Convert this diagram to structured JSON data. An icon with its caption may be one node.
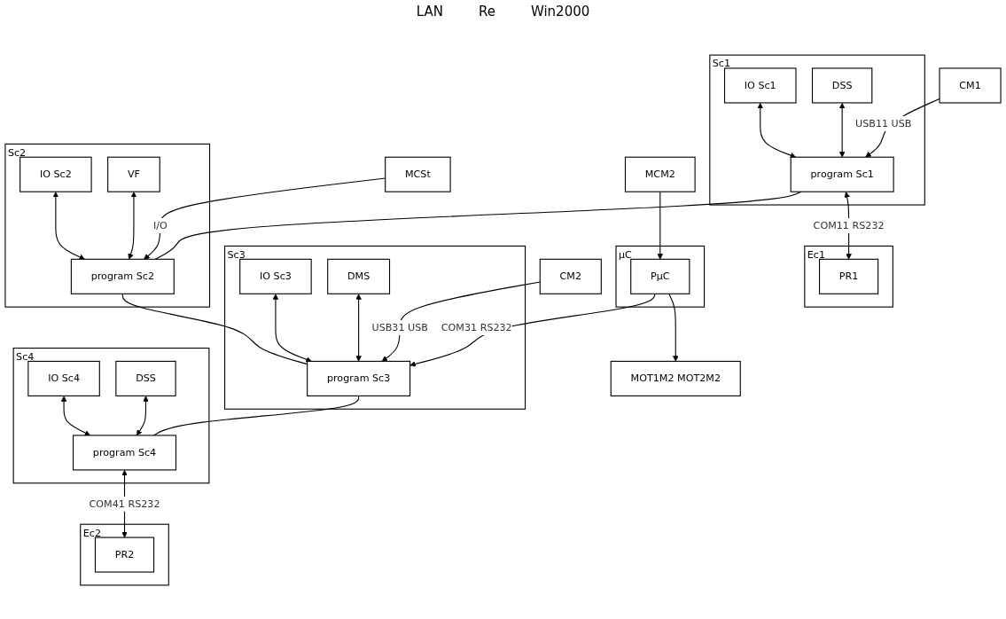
{
  "diagram": {
    "nodes": [
      {
        "text": [
          "Sc1"
        ]
      },
      {
        "text": [
          "IO Sc1"
        ],
        "in": 0
      },
      {
        "text": [
          "DSS"
        ],
        "in": 0
      },
      {
        "text": [
          "program Sc1"
        ],
        "in": 0
      },
      {
        "text": [
          "Sc2"
        ]
      },
      {
        "text": [
          "IO Sc2"
        ],
        "in": 4
      },
      {
        "text": [
          "VF"
        ],
        "in": 4
      },
      {
        "text": [
          "program Sc2"
        ],
        "in": 4
      },
      {
        "text": [
          "Sc3"
        ]
      },
      {
        "text": [
          "IO Sc3"
        ],
        "in": 8
      },
      {
        "text": [
          "DMS"
        ],
        "in": 8
      },
      {
        "text": [
          "program Sc3"
        ],
        "in": 8
      },
      {
        "text": [
          "Sc4"
        ]
      },
      {
        "text": [
          "IO Sc4"
        ],
        "in": 12
      },
      {
        "text": [
          "DSS"
        ],
        "in": 12
      },
      {
        "text": [
          "program Sc4"
        ],
        "in": 12
      },
      {
        "text": [
          "Ec1"
        ]
      },
      {
        "text": [
          "PR1"
        ],
        "in": 16
      },
      {
        "text": [
          "CM1"
        ]
      },
      {
        "text": [
          "MCSt"
        ]
      },
      {
        "text": [
          "μC"
        ]
      },
      {
        "text": [
          "PμC"
        ],
        "in": 20
      },
      {
        "text": [
          "CM2"
        ]
      },
      {
        "text": [
          "Ec2"
        ]
      },
      {
        "text": [
          "PR2"
        ],
        "in": 23
      },
      {
        "text": [
          "MCM2"
        ]
      },
      {
        "text": [
          "MOT1M2 MOT2M2"
        ]
      }
    ],
    "edges": [
      {
        "from": 3,
        "to": 7,
        "arrow": "none"
      },
      {
        "from": 7,
        "to": 11,
        "arrow": "none"
      },
      {
        "from": 11,
        "to": 15,
        "arrow": "none"
      },
      {
        "from": 1,
        "to": 3,
        "arrow": "both"
      },
      {
        "from": 2,
        "to": 3,
        "arrow": "both"
      },
      {
        "from": 5,
        "to": 7,
        "arrow": "both"
      },
      {
        "from": 6,
        "to": 7,
        "arrow": "both"
      },
      {
        "from": 9,
        "to": 11,
        "arrow": "both"
      },
      {
        "from": 10,
        "to": 11,
        "arrow": "both"
      },
      {
        "from": 13,
        "to": 15,
        "arrow": "both"
      },
      {
        "from": 14,
        "to": 15,
        "arrow": "both"
      },
      {
        "from": 3,
        "to": 17,
        "label": "COM11 RS232",
        "arrow": "both"
      },
      {
        "from": 18,
        "to": 3,
        "label": "USB11 USB",
        "arrow": "to"
      },
      {
        "from": 19,
        "to": 7,
        "label": "I/O",
        "arrow": "to"
      },
      {
        "from": 21,
        "to": 11,
        "label": "COM31 RS232",
        "arrow": "to"
      },
      {
        "from": 22,
        "to": 11,
        "label": "USB31 USB",
        "arrow": "to"
      },
      {
        "from": 15,
        "to": 24,
        "label": "COM41 RS232",
        "arrow": "both"
      },
      {
        "from": 25,
        "to": 21,
        "arrow": "to"
      },
      {
        "from": 21,
        "to": 26,
        "arrow": "to"
      }
    ],
    "labels": [
      "LAN",
      "Re",
      "Win2000"
    ]
  }
}
